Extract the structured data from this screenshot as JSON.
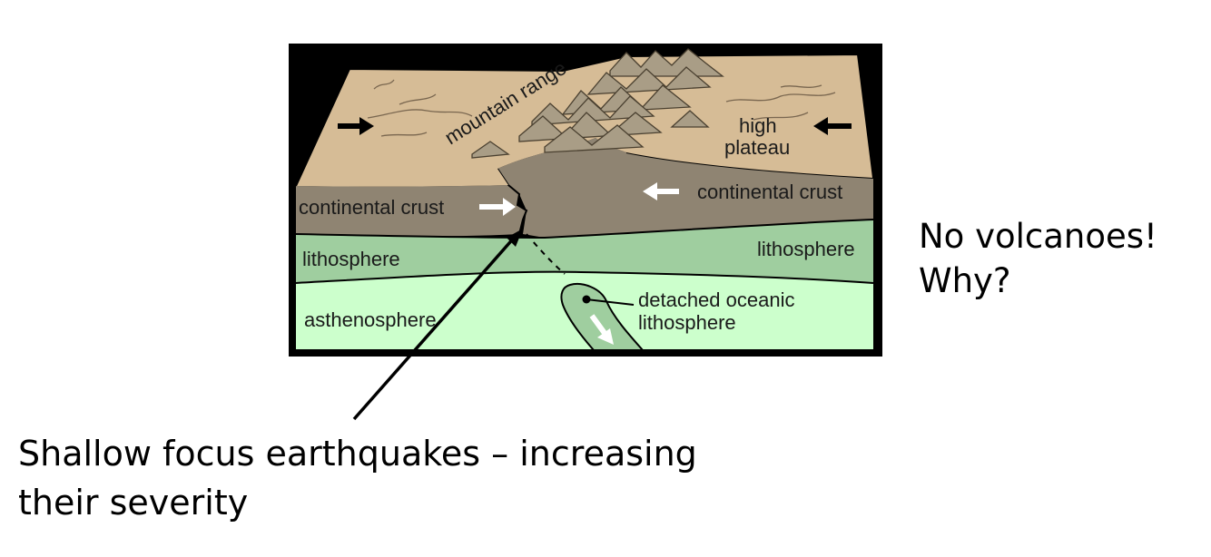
{
  "diagram": {
    "labels": {
      "mountain_range": "mountain range",
      "high": "high",
      "plateau": "plateau",
      "continental_crust_left": "continental crust",
      "continental_crust_right": "continental crust",
      "lithosphere_left": "lithosphere",
      "lithosphere_right": "lithosphere",
      "asthenosphere": "asthenosphere",
      "detached_line1": "detached oceanic",
      "detached_line2": "lithosphere"
    },
    "colors": {
      "surface": "#d6bc96",
      "crust": "#8f8472",
      "lithosphere": "#9fce9f",
      "asthenosphere": "#ccffcc",
      "frame": "#000000",
      "mountains": "#a99d86"
    }
  },
  "notes": {
    "line1": "No volcanoes!",
    "line2": "Why?"
  },
  "caption": {
    "line1": "Shallow focus earthquakes – increasing",
    "line2": "their severity"
  }
}
